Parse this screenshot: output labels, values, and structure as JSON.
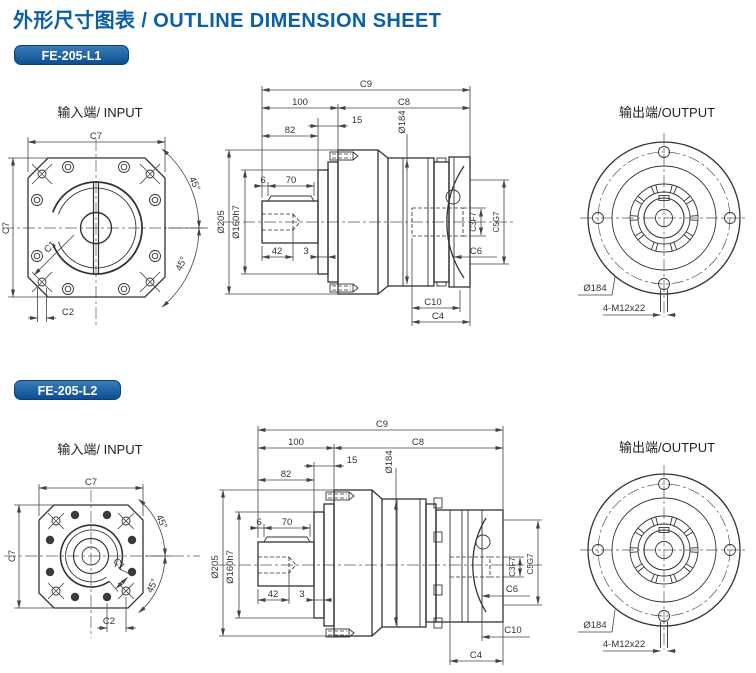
{
  "header": {
    "title": "外形尺寸图表 / OUTLINE DIMENSION SHEET"
  },
  "colors": {
    "title_blue": "#0b5fa5",
    "badge_top": "#3a7cb5",
    "badge_bottom": "#0d4e92",
    "line": "#333333",
    "dim": "#444444"
  },
  "sections": [
    {
      "model": "FE-205-L1",
      "input": {
        "title": "输入端/ INPUT",
        "dims": {
          "c7_top": "C7",
          "c7_left": "C7",
          "c1": "C1",
          "c2": "C2",
          "angle_upper": "45°",
          "angle_lower": "45°"
        }
      },
      "side": {
        "dims": {
          "c9": "C9",
          "n100": "100",
          "c8": "C8",
          "n15": "15",
          "n82": "82",
          "dia184": "Ø184",
          "n6": "6",
          "n70": "70",
          "dia205": "Ø205",
          "dia160": "Ø160h7",
          "n42": "42",
          "n3": "3",
          "c3": "C3F7",
          "c5": "C5G7",
          "c6": "C6",
          "c10": "C10",
          "c4": "C4"
        }
      },
      "output": {
        "title": "输出端/OUTPUT",
        "dims": {
          "dia184": "Ø184",
          "bolts": "4-M12x22"
        }
      }
    },
    {
      "model": "FE-205-L2",
      "input": {
        "title": "输入端/ INPUT",
        "dims": {
          "c7_top": "C7",
          "c7_left": "C7",
          "c1": "C1",
          "c2": "C2",
          "angle_upper": "45°",
          "angle_lower": "45°"
        }
      },
      "side": {
        "dims": {
          "c9": "C9",
          "n100": "100",
          "c8": "C8",
          "n15": "15",
          "n82": "82",
          "dia184": "Ø184",
          "n6": "6",
          "n70": "70",
          "dia205": "Ø205",
          "dia160": "Ø160h7",
          "n42": "42",
          "n3": "3",
          "c3": "C3F7",
          "c5": "C5G7",
          "c6": "C6",
          "c10": "C10",
          "c4": "C4"
        }
      },
      "output": {
        "title": "输出端/OUTPUT",
        "dims": {
          "dia184": "Ø184",
          "bolts": "4-M12x22"
        }
      }
    }
  ]
}
